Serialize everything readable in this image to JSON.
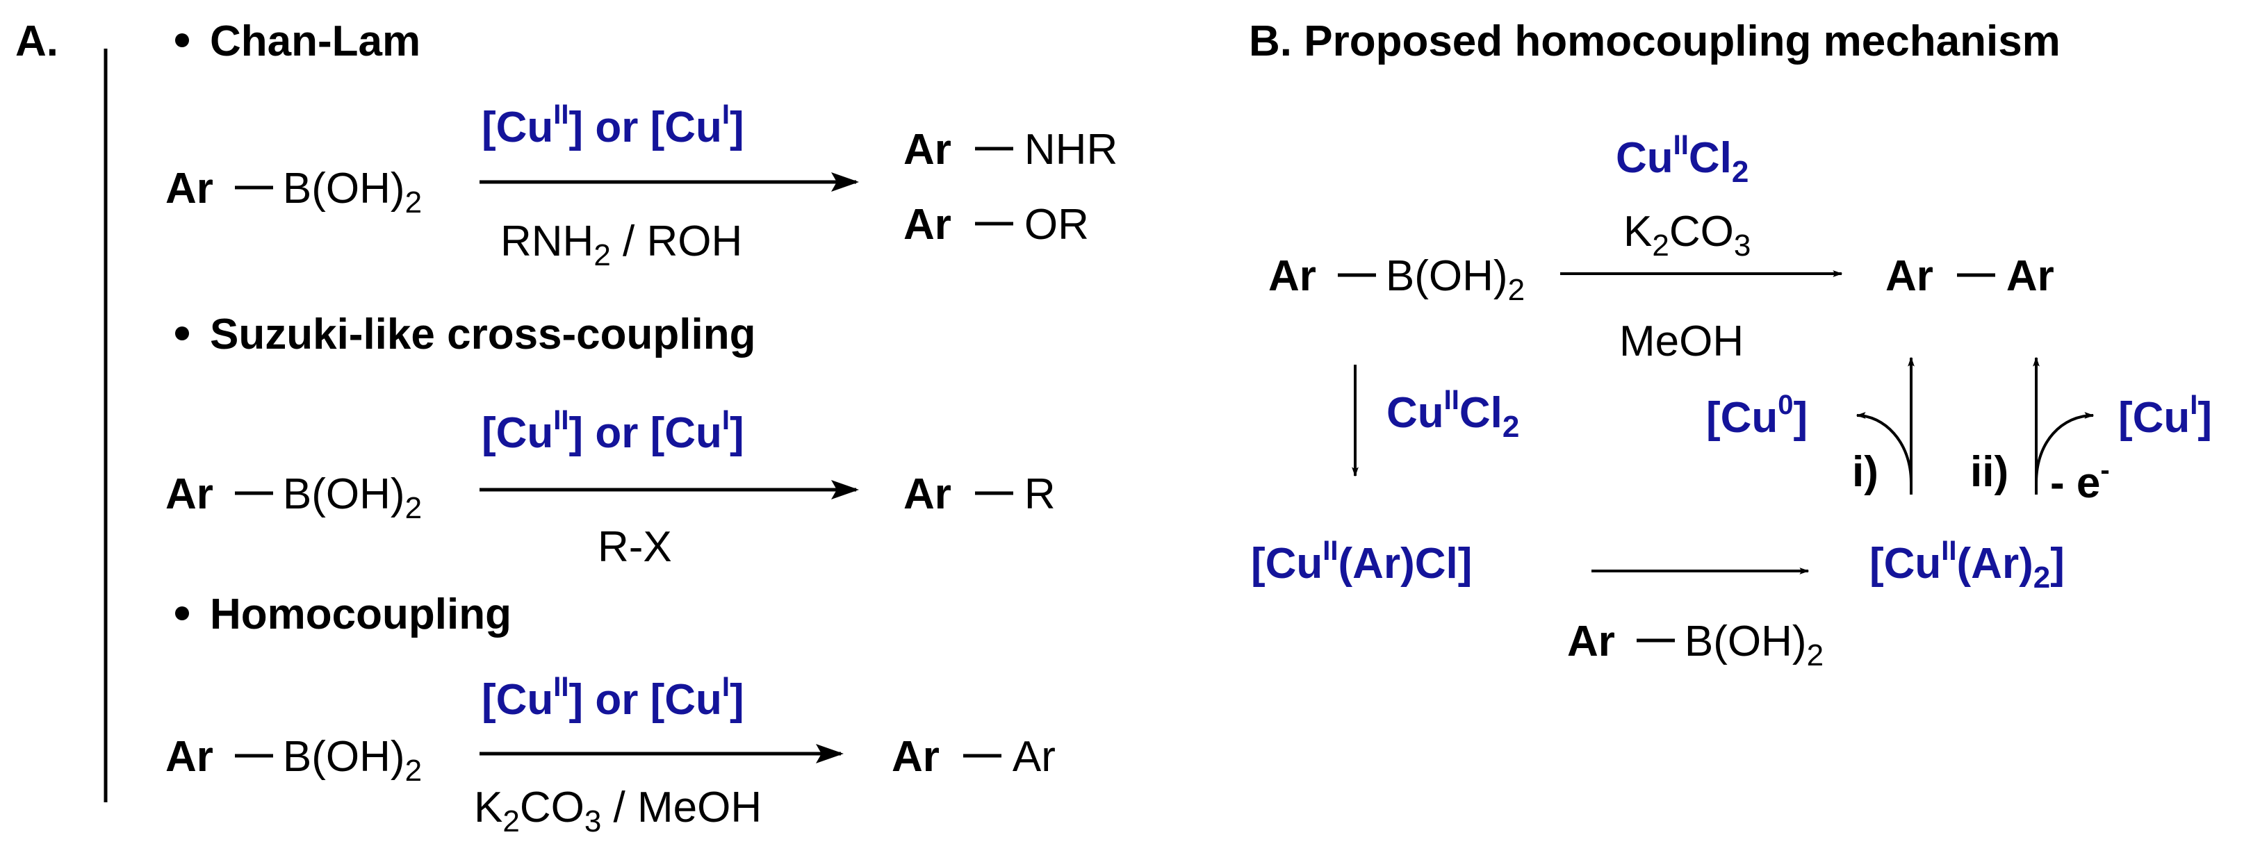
{
  "colors": {
    "ink": "#000000",
    "catalyst": "#14149a"
  },
  "panel_a": {
    "label": "A.",
    "chan_lam": {
      "heading": "Chan-Lam",
      "reagent": {
        "ar": "Ar",
        "b": "B(OH)",
        "sub": "2"
      },
      "catalyst": {
        "open": "[Cu",
        "ox1": "II",
        "mid": "] or [Cu",
        "ox2": "I",
        "close": "]"
      },
      "conditions": {
        "a": "RNH",
        "sub": "2",
        "b": " / ROH"
      },
      "products": [
        {
          "ar": "Ar",
          "group": "NHR"
        },
        {
          "ar": "Ar",
          "group": "OR"
        }
      ]
    },
    "suzuki": {
      "heading": "Suzuki-like cross-coupling",
      "reagent": {
        "ar": "Ar",
        "b": "B(OH)",
        "sub": "2"
      },
      "catalyst": {
        "open": "[Cu",
        "ox1": "II",
        "mid": "] or [Cu",
        "ox2": "I",
        "close": "]"
      },
      "conditions": "R-X",
      "product": {
        "ar": "Ar",
        "group": "R"
      }
    },
    "homocoupling": {
      "heading": "Homocoupling",
      "reagent": {
        "ar": "Ar",
        "b": "B(OH)",
        "sub": "2"
      },
      "catalyst": {
        "open": "[Cu",
        "ox1": "II",
        "mid": "] or [Cu",
        "ox2": "I",
        "close": "]"
      },
      "conditions": {
        "a": "K",
        "sub1": "2",
        "b": "CO",
        "sub2": "3",
        "c": " / MeOH"
      },
      "product": {
        "ar": "Ar",
        "group": "Ar"
      }
    }
  },
  "panel_b": {
    "title": "B. Proposed homocoupling mechanism",
    "reagent": {
      "ar": "Ar",
      "b": "B(OH)",
      "sub": "2"
    },
    "main_catalyst": {
      "cu": "Cu",
      "ox": "II",
      "cl": "Cl",
      "sub": "2"
    },
    "base": {
      "k": "K",
      "sub1": "2",
      "co": "CO",
      "sub2": "3"
    },
    "solvent": "MeOH",
    "product": {
      "ar1": "Ar",
      "ar2": "Ar"
    },
    "down_catalyst": {
      "cu": "Cu",
      "ox": "II",
      "cl": "Cl",
      "sub": "2"
    },
    "intermediate_1": {
      "open": "[Cu",
      "ox": "II",
      "rest": "(Ar)Cl]"
    },
    "intermediate_2": {
      "open": "[Cu",
      "ox": "II",
      "rest": "(Ar)",
      "sub": "2",
      "close": "]"
    },
    "second_reagent": {
      "ar": "Ar",
      "b": "B(OH)",
      "sub": "2"
    },
    "path_i": {
      "label": "i)",
      "byproduct": {
        "open": "[Cu",
        "ox": "0",
        "close": "]"
      }
    },
    "path_ii": {
      "label": "ii)",
      "electron": {
        "text": "- e",
        "sup": "-"
      },
      "byproduct": {
        "open": "[Cu",
        "ox": "I",
        "close": "]"
      }
    }
  }
}
